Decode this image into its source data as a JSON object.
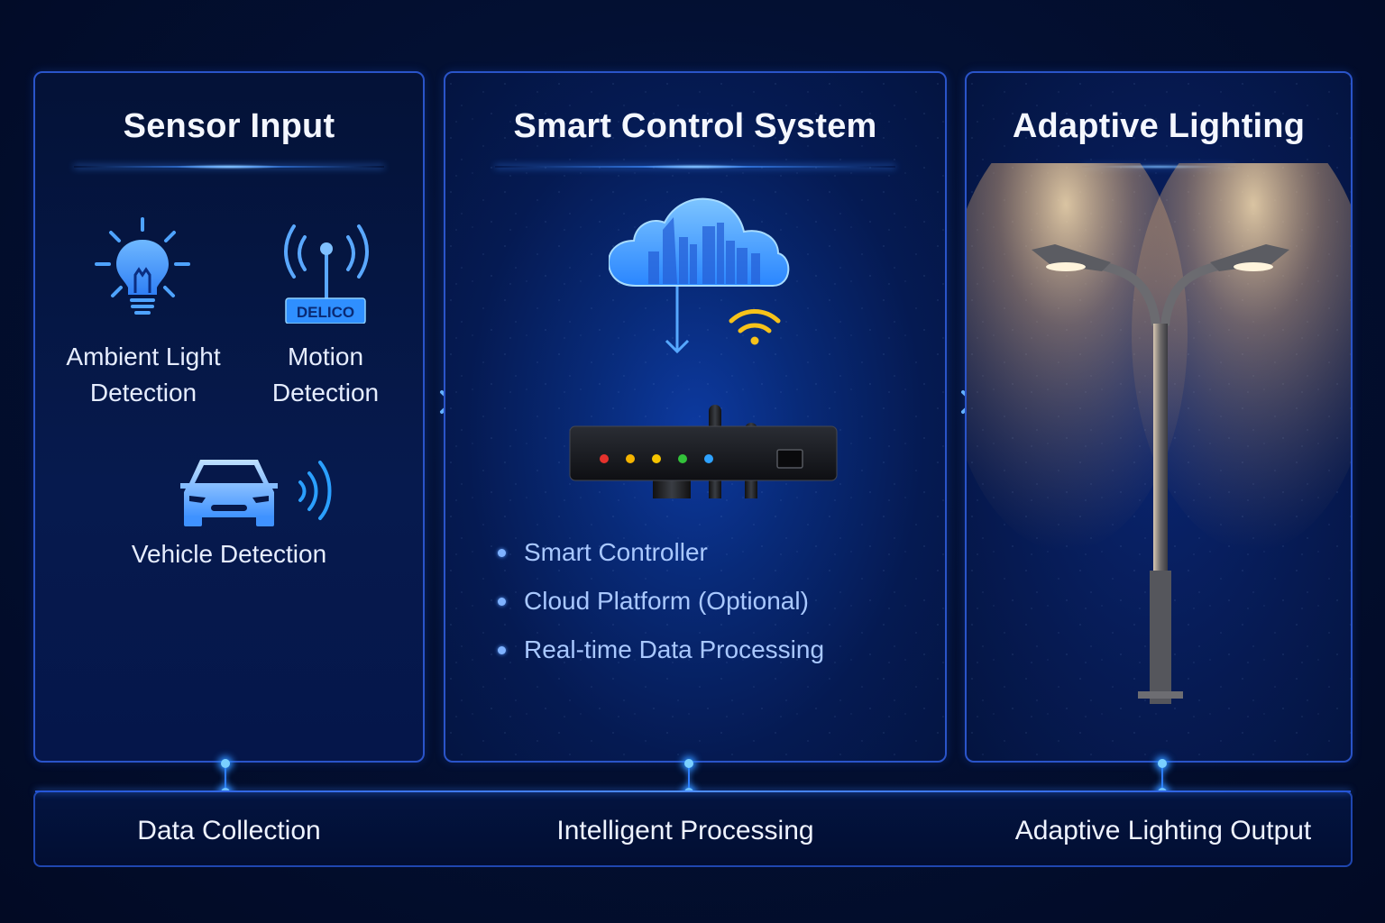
{
  "panels": {
    "sensor_input": {
      "title": "Sensor Input",
      "items": [
        {
          "label_line1": "Ambient Light",
          "label_line2": "Detection",
          "icon": "lightbulb-icon"
        },
        {
          "label_line1": "Motion",
          "label_line2": "Detection",
          "icon": "antenna-sensor-icon",
          "badge": "DELICO"
        },
        {
          "label_line1": "Vehicle Detection",
          "icon": "car-icon"
        }
      ]
    },
    "smart_control": {
      "title": "Smart Control System",
      "icons": [
        "cloud-city-icon",
        "down-arrow-icon",
        "wifi-icon",
        "controller-device-icon"
      ],
      "led_colors": [
        "#e5322d",
        "#f5b400",
        "#f5c400",
        "#33c23a",
        "#2ea2ff"
      ],
      "bullets": [
        "Smart Controller",
        "Cloud Platform (Optional)",
        "Real-time Data Processing"
      ]
    },
    "adaptive_lighting": {
      "title": "Adaptive Lighting",
      "icon": "double-street-lamp-icon"
    }
  },
  "flow_arrows": [
    "right-arrow-icon",
    "right-arrow-icon"
  ],
  "bottom_bar": {
    "stages": [
      "Data Collection",
      "Intelligent Processing",
      "Adaptive Lighting Output"
    ]
  },
  "colors": {
    "accent_blue": "#3d8bff",
    "panel_border": "#2a54c9",
    "lamp_light": "#ffd9a0",
    "wifi_yellow": "#f7c21a"
  }
}
